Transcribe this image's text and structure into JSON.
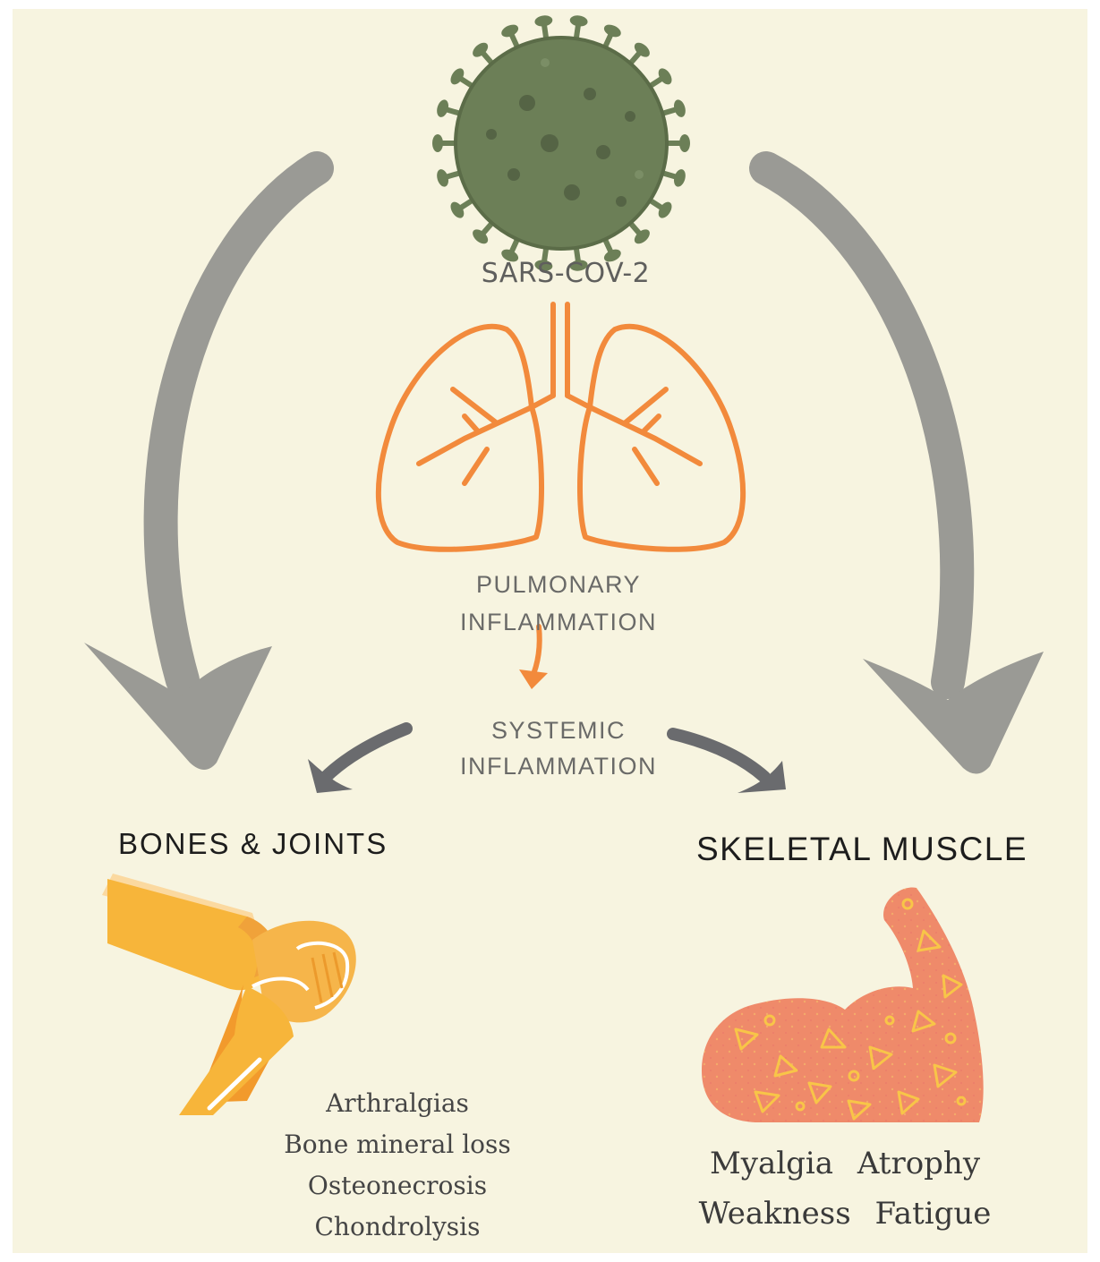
{
  "virus": {
    "label": "SARS-COV-2"
  },
  "lungs": {
    "caption_lines": [
      "PULMONARY",
      "INFLAMMATION"
    ]
  },
  "systemic": {
    "caption_lines": [
      "SYSTEMIC",
      "INFLAMMATION"
    ]
  },
  "bones": {
    "heading": "BONES & JOINTS",
    "effects": [
      "Arthralgias",
      "Bone mineral loss",
      "Osteonecrosis",
      "Chondrolysis"
    ]
  },
  "muscle": {
    "heading": "SKELETAL MUSCLE",
    "effects_row1": [
      "Myalgia",
      "Atrophy"
    ],
    "effects_row2": [
      "Weakness",
      "Fatigue"
    ]
  },
  "icons": [
    "virus-icon",
    "lungs-icon",
    "knee-joint-icon",
    "flexed-arm-icon"
  ],
  "colors": {
    "background": "#f7f4e0",
    "virus": "#6c7f57",
    "lungs": "#f28a3c",
    "big_arrows": "#9a9a95",
    "small_arrows": "#6a6b6e",
    "bone": "#f7b53a",
    "muscle": "#ef8a6a"
  }
}
